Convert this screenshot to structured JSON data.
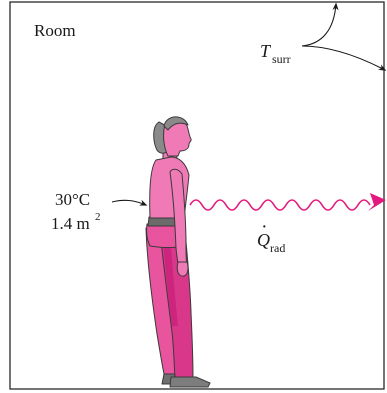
{
  "room_label": "Room",
  "surroundings": {
    "symbol": "T",
    "subscript": "surr"
  },
  "person": {
    "temperature": "30°C",
    "area": "1.4 m",
    "area_exponent": "2"
  },
  "radiation": {
    "symbol": "Q",
    "subscript": "rad"
  },
  "colors": {
    "skin_shirt": "#f07ab6",
    "pants": "#e8559e",
    "pants_shade": "#c81e78",
    "wave": "#e2197e",
    "hair": "#8a8a8a",
    "outline": "#3a3a3a",
    "shoes": "#6f6f6f"
  },
  "icons": [
    "person-figure",
    "radiation-wave-arrow",
    "surroundings-arrows",
    "label-pointer-arrow"
  ]
}
